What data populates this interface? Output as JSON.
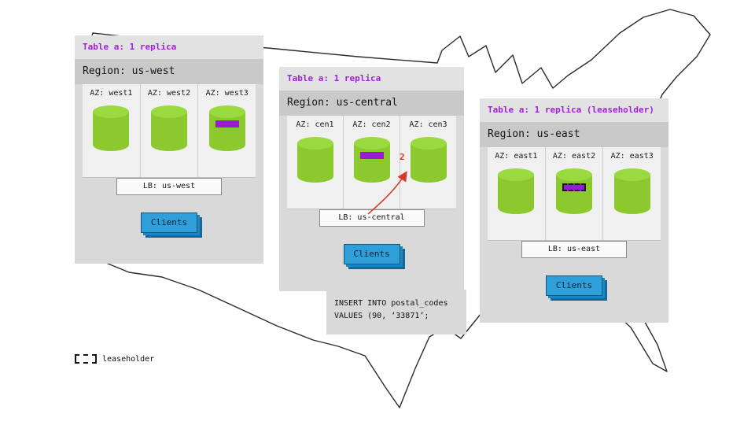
{
  "colors": {
    "panel_purple_text": "#a21fdc",
    "range_purple": "#931ed6",
    "cyl_green": "#8bc92f",
    "cyl_top": "#9ad940",
    "clients_blue": "#2e9fd9",
    "arrow_red": "#d63a2a"
  },
  "regions": [
    {
      "table_label": "Table a: 1 replica",
      "region_label": "Region: us-west",
      "azs": [
        {
          "label": "AZ: west1",
          "range": "none"
        },
        {
          "label": "AZ: west2",
          "range": "none"
        },
        {
          "label": "AZ: west3",
          "range": "replica"
        }
      ],
      "lb_label": "LB: us-west",
      "clients_label": "Clients"
    },
    {
      "table_label": "Table a: 1 replica",
      "region_label": "Region: us-central",
      "azs": [
        {
          "label": "AZ: cen1",
          "range": "none"
        },
        {
          "label": "AZ: cen2",
          "range": "replica"
        },
        {
          "label": "AZ: cen3",
          "range": "none"
        }
      ],
      "lb_label": "LB: us-central",
      "clients_label": "Clients"
    },
    {
      "table_label": "Table a: 1 replica (leaseholder)",
      "region_label": "Region: us-east",
      "azs": [
        {
          "label": "AZ: east1",
          "range": "none"
        },
        {
          "label": "AZ: east2",
          "range": "leaseholder"
        },
        {
          "label": "AZ: east3",
          "range": "none"
        }
      ],
      "lb_label": "LB: us-east",
      "clients_label": "Clients"
    }
  ],
  "sql": {
    "line1": "INSERT INTO postal_codes",
    "line2": "VALUES (90, ‘33871’;"
  },
  "arrow": {
    "label": "2"
  },
  "legend": {
    "label": "leaseholder"
  }
}
